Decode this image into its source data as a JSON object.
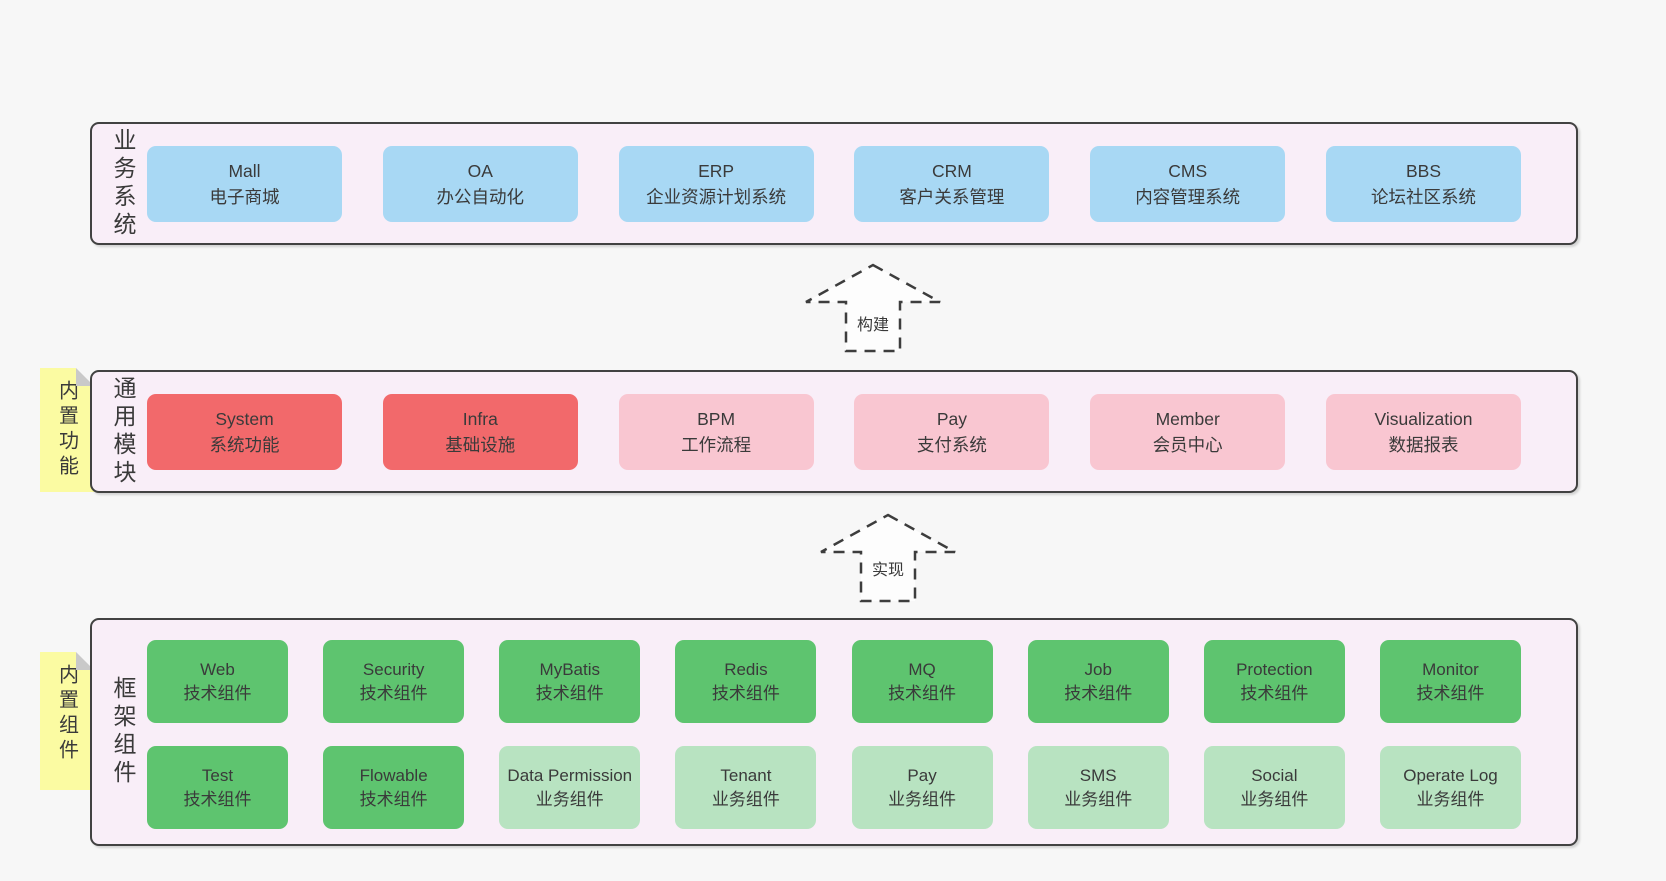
{
  "diagram": {
    "bands": [
      {
        "label": "业务系统",
        "boxes": [
          {
            "title": "Mall",
            "subtitle": "电子商城"
          },
          {
            "title": "OA",
            "subtitle": "办公自动化"
          },
          {
            "title": "ERP",
            "subtitle": "企业资源计划系统"
          },
          {
            "title": "CRM",
            "subtitle": "客户关系管理"
          },
          {
            "title": "CMS",
            "subtitle": "内容管理系统"
          },
          {
            "title": "BBS",
            "subtitle": "论坛社区系统"
          }
        ]
      },
      {
        "label": "通用模块",
        "sticky": "内置功能",
        "boxes": [
          {
            "title": "System",
            "subtitle": "系统功能"
          },
          {
            "title": "Infra",
            "subtitle": "基础设施"
          },
          {
            "title": "BPM",
            "subtitle": "工作流程"
          },
          {
            "title": "Pay",
            "subtitle": "支付系统"
          },
          {
            "title": "Member",
            "subtitle": "会员中心"
          },
          {
            "title": "Visualization",
            "subtitle": "数据报表"
          }
        ]
      },
      {
        "label": "框架组件",
        "sticky": "内置组件",
        "rows": [
          [
            {
              "title": "Web",
              "subtitle": "技术组件"
            },
            {
              "title": "Security",
              "subtitle": "技术组件"
            },
            {
              "title": "MyBatis",
              "subtitle": "技术组件"
            },
            {
              "title": "Redis",
              "subtitle": "技术组件"
            },
            {
              "title": "MQ",
              "subtitle": "技术组件"
            },
            {
              "title": "Job",
              "subtitle": "技术组件"
            },
            {
              "title": "Protection",
              "subtitle": "技术组件"
            },
            {
              "title": "Monitor",
              "subtitle": "技术组件"
            }
          ],
          [
            {
              "title": "Test",
              "subtitle": "技术组件"
            },
            {
              "title": "Flowable",
              "subtitle": "技术组件"
            },
            {
              "title": "Data Permission",
              "subtitle": "业务组件"
            },
            {
              "title": "Tenant",
              "subtitle": "业务组件"
            },
            {
              "title": "Pay",
              "subtitle": "业务组件"
            },
            {
              "title": "SMS",
              "subtitle": "业务组件"
            },
            {
              "title": "Social",
              "subtitle": "业务组件"
            },
            {
              "title": "Operate Log",
              "subtitle": "业务组件"
            }
          ]
        ]
      }
    ],
    "arrows": [
      {
        "label": "构建"
      },
      {
        "label": "实现"
      }
    ],
    "colors": {
      "page_bg": "#f7f7f7",
      "band_bg": "#f9eef8",
      "band_border": "#424242",
      "business_system_box": "#a8d8f4",
      "core_module_box": "#f2696b",
      "optional_module_box": "#f9c6d1",
      "tech_component_box": "#5ec46f",
      "biz_component_box": "#b8e3c1",
      "sticky_note": "#fbfba2",
      "text": "#3a3a3a"
    }
  }
}
